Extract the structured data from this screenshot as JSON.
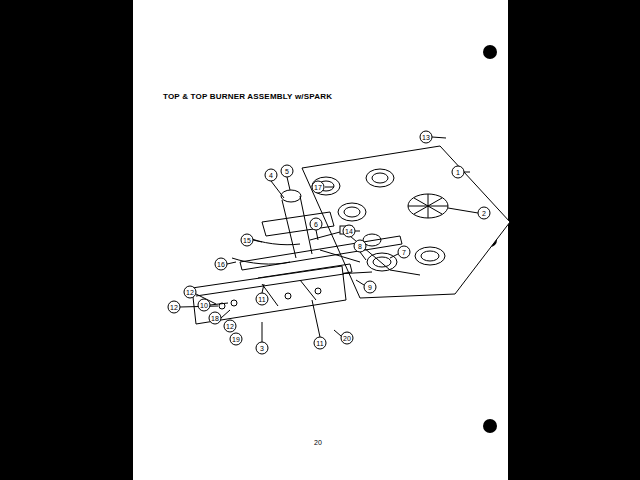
{
  "diagram": {
    "title": "TOP & TOP BURNER ASSEMBLY w/SPARK",
    "labels": [
      "13",
      "1",
      "2",
      "17",
      "4",
      "5",
      "6",
      "14",
      "8",
      "7",
      "15",
      "16",
      "9",
      "11",
      "12",
      "12",
      "10",
      "18",
      "12",
      "19",
      "3",
      "11",
      "20",
      "20"
    ]
  }
}
